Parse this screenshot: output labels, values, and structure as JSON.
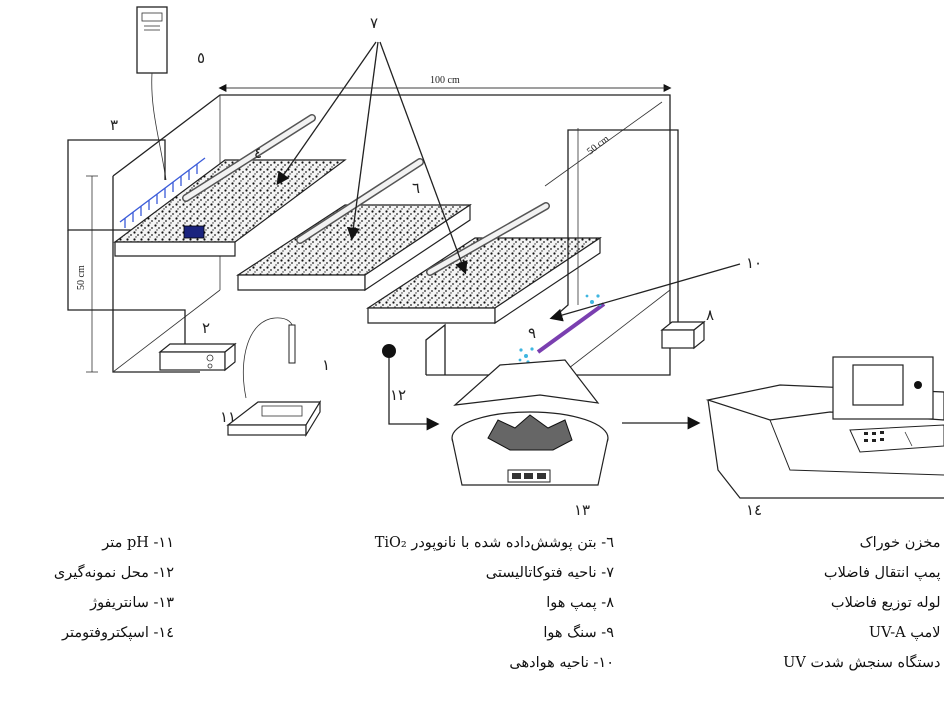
{
  "labels": {
    "dim_length": "100 cm",
    "dim_width": "50 cm",
    "dim_height": "50 cm",
    "n1": "۱",
    "n2": "۲",
    "n3": "۳",
    "n4": "٤",
    "n5": "٥",
    "n6": "٦",
    "n7": "۷",
    "n8": "۸",
    "n9": "۹",
    "n10": "۱۰",
    "n11": "۱۱",
    "n12": "۱۲",
    "n13": "۱۳",
    "n14": "۱٤"
  },
  "legend": {
    "col1": [
      "- مخزن خوراک",
      "- پمپ انتقال فاضلاب",
      "- لوله توزیع فاضلاب",
      "- لامپ UV-A",
      "- دستگاه سنجش شدت UV"
    ],
    "col2": [
      "٦- بتن پوشش‌داده شده با نانوپودر TiO₂",
      "۷- ناحیه فتوکاتالیستی",
      "۸- پمپ هوا",
      "۹- سنگ هوا",
      "۱۰- ناحیه هوادهی"
    ],
    "col3": [
      "۱۱- pH متر",
      "۱۲- محل نمونه‌گیری",
      "۱۳- سانتریفوژ",
      "۱٤- اسپکتروفتومتر"
    ]
  },
  "colors": {
    "line": "#222222",
    "sprinkler": "#3a5bd9",
    "air_stone": "#3fb6e0",
    "air_pipe": "#7a3fb0"
  }
}
